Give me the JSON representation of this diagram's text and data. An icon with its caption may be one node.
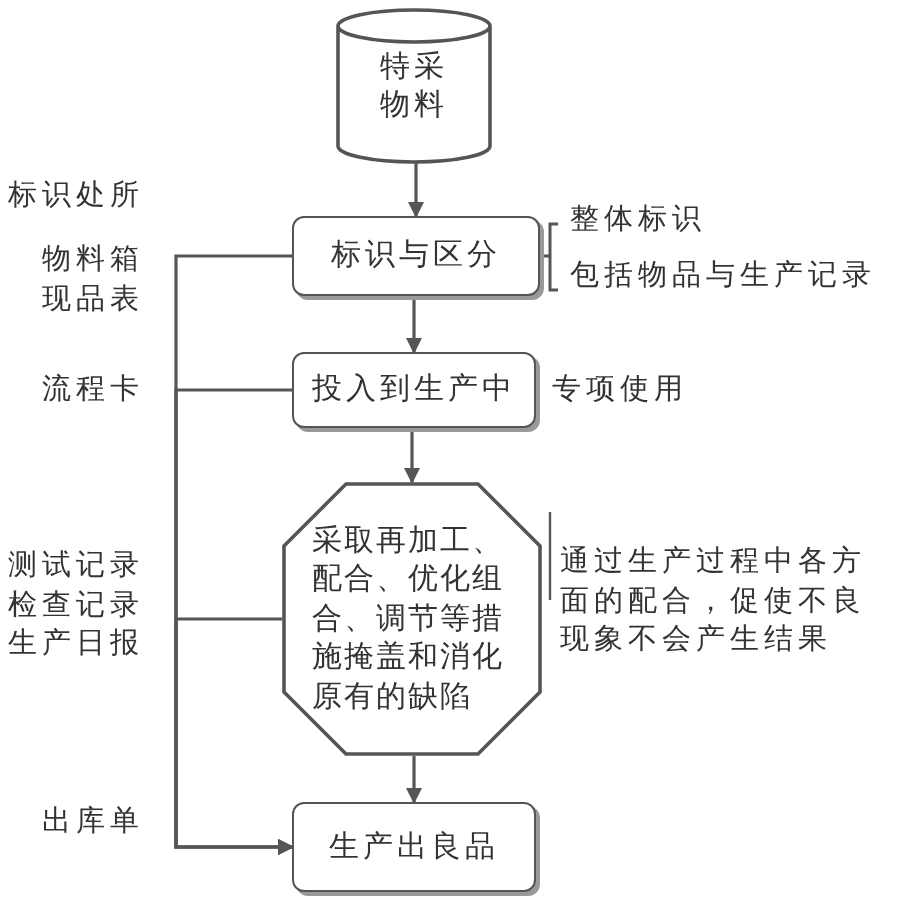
{
  "diagram": {
    "nodes": [
      {
        "text": [
          "特采物料"
        ]
      },
      {
        "text": [
          "标识与区分"
        ],
        "beside": [
          "整体标识",
          "包括物品与生产记录"
        ]
      },
      {
        "text": [
          "投入到生产中"
        ],
        "beside": [
          "专项使用"
        ]
      },
      {
        "text": [
          "采取再加工、配合、优化组合、调节等措施掩盖和消化原有的缺陷"
        ],
        "beside": [
          "通过生产过程中各方面的配合，促使不良现象不会产生结果"
        ]
      },
      {
        "text": [
          "生产出良品"
        ]
      }
    ],
    "edges": [
      {
        "from": 0,
        "to": 1,
        "arrow": "to"
      },
      {
        "from": 1,
        "to": 2,
        "arrow": "to"
      },
      {
        "from": 2,
        "to": 3,
        "arrow": "to"
      },
      {
        "from": 3,
        "to": 4,
        "arrow": "to"
      },
      {
        "from": 1,
        "to": 4,
        "arrow": "to"
      },
      {
        "from": 2,
        "to": 4,
        "arrow": "to"
      },
      {
        "from": 3,
        "to": 4,
        "arrow": "to"
      }
    ],
    "labels": [
      "标识处所",
      "物料箱现品表",
      "流程卡",
      "测试记录检查记录生产日报",
      "出库单"
    ]
  }
}
